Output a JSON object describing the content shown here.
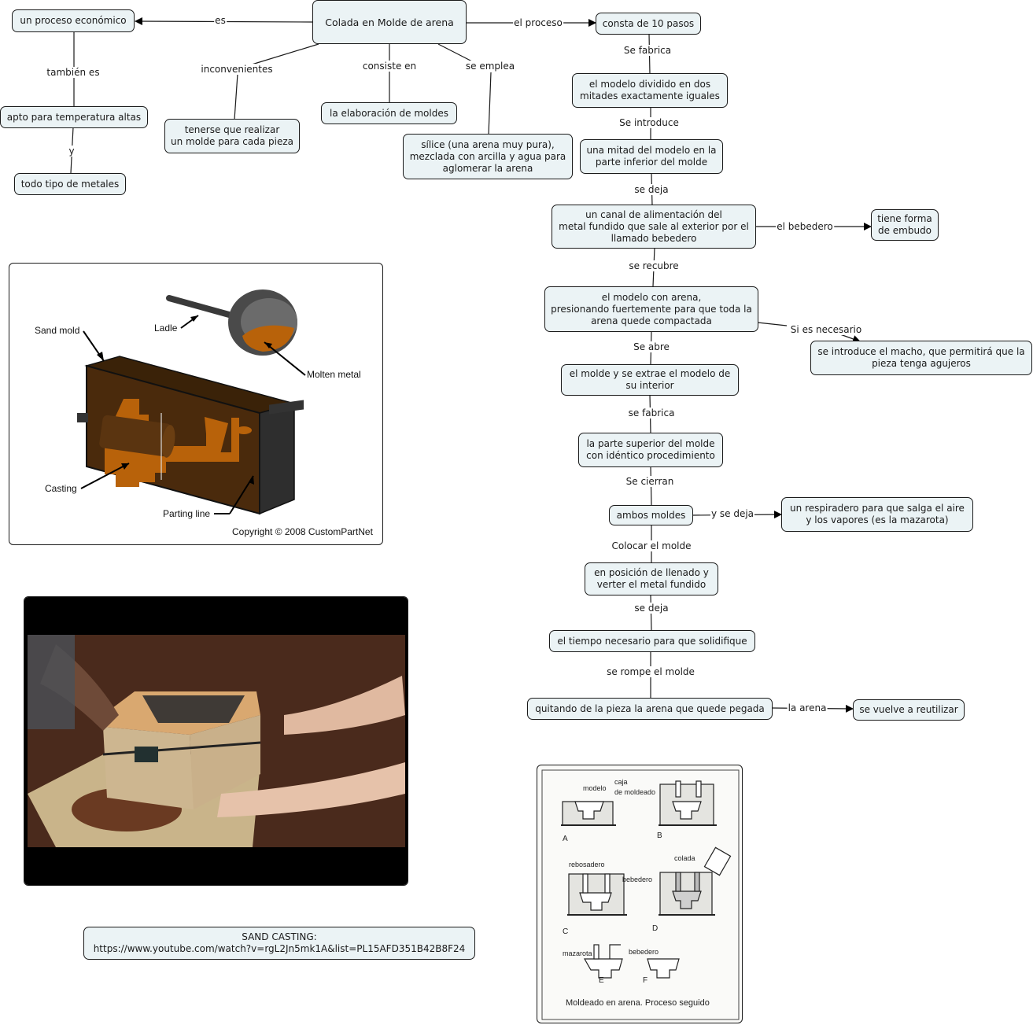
{
  "map": {
    "root": "Colada en Molde de arena",
    "nodes": {
      "economico": "un proceso económico",
      "apto": "apto para temperatura altas",
      "metales": "todo tipo de metales",
      "tenerse": "tenerse que realizar\nun molde para cada pieza",
      "elaboracion": "la elaboración de moldes",
      "silice": "sílice (una arena muy pura),\nmezclada con arcilla y agua para\naglomerar la arena",
      "consta": "consta de 10 pasos",
      "modelo_dividido": "el modelo dividido en dos\nmitades exactamente iguales",
      "mitad": "una mitad del modelo en la\nparte inferior del molde",
      "canal": "un canal de alimentación del\nmetal fundido que sale al exterior por el\nllamado bebedero",
      "embudo": "tiene forma\nde embudo",
      "recubre": "el modelo con arena,\npresionando fuertemente para que toda la\narena quede compactada",
      "macho": "se introduce el macho, que permitirá que la\npieza tenga agujeros",
      "abre": "el molde y se extrae el modelo de\nsu interior",
      "superior": "la parte superior del molde\ncon idéntico procedimiento",
      "ambos": "ambos moldes",
      "respiradero": "un respiradero para que salga el aire\ny los vapores (es la mazarota)",
      "posicion": "en posición de llenado y\nverter el metal fundido",
      "tiempo": "el tiempo necesario para que solidifique",
      "quitando": "quitando de la pieza la arena que quede pegada",
      "reutilizar": "se vuelve a reutilizar",
      "video_link": "SAND CASTING:\nhttps://www.youtube.com/watch?v=rgL2Jn5mk1A&list=PL15AFD351B42B8F24"
    },
    "links": {
      "es": "es",
      "tambien_es": "también es",
      "y": "y",
      "inconvenientes": "inconvenientes",
      "consiste_en": "consiste en",
      "se_emplea": "se emplea",
      "el_proceso": "el proceso",
      "se_fabrica_1": "Se fabrica",
      "se_introduce": "Se introduce",
      "se_deja_1": "se deja",
      "el_bebedero": "el bebedero",
      "se_recubre": "se recubre",
      "si_es_necesario": "Si es necesario",
      "se_abre": "Se abre",
      "se_fabrica_2": "se fabrica",
      "se_cierran": "Se cierran",
      "y_se_deja": "y se deja",
      "colocar": "Colocar el molde",
      "se_deja_2": "se deja",
      "se_rompe": "se rompe el molde",
      "la_arena": "la arena"
    }
  },
  "illustration": {
    "labels": {
      "sand_mold": "Sand mold",
      "ladle": "Ladle",
      "molten_metal": "Molten metal",
      "casting": "Casting",
      "parting_line": "Parting line",
      "copyright": "Copyright © 2008 CustomPartNet"
    }
  },
  "sketch": {
    "labels": {
      "modelo": "modelo",
      "caja": "caja",
      "de_moldeado": "de moldeado",
      "a": "A",
      "b": "B",
      "c": "C",
      "d": "D",
      "e": "E",
      "f": "F",
      "rebosadero": "rebosadero",
      "bebedero_c": "bebedero",
      "colada": "colada",
      "mazarota": "mazarota",
      "bebedero_e": "bebedero",
      "caption": "Moldeado en arena. Proceso seguido"
    }
  },
  "colors": {
    "node_fill": "#ebf3f5",
    "node_border": "#1a1a1a",
    "molten": "#b8620a",
    "sand": "#4a2a0c"
  }
}
